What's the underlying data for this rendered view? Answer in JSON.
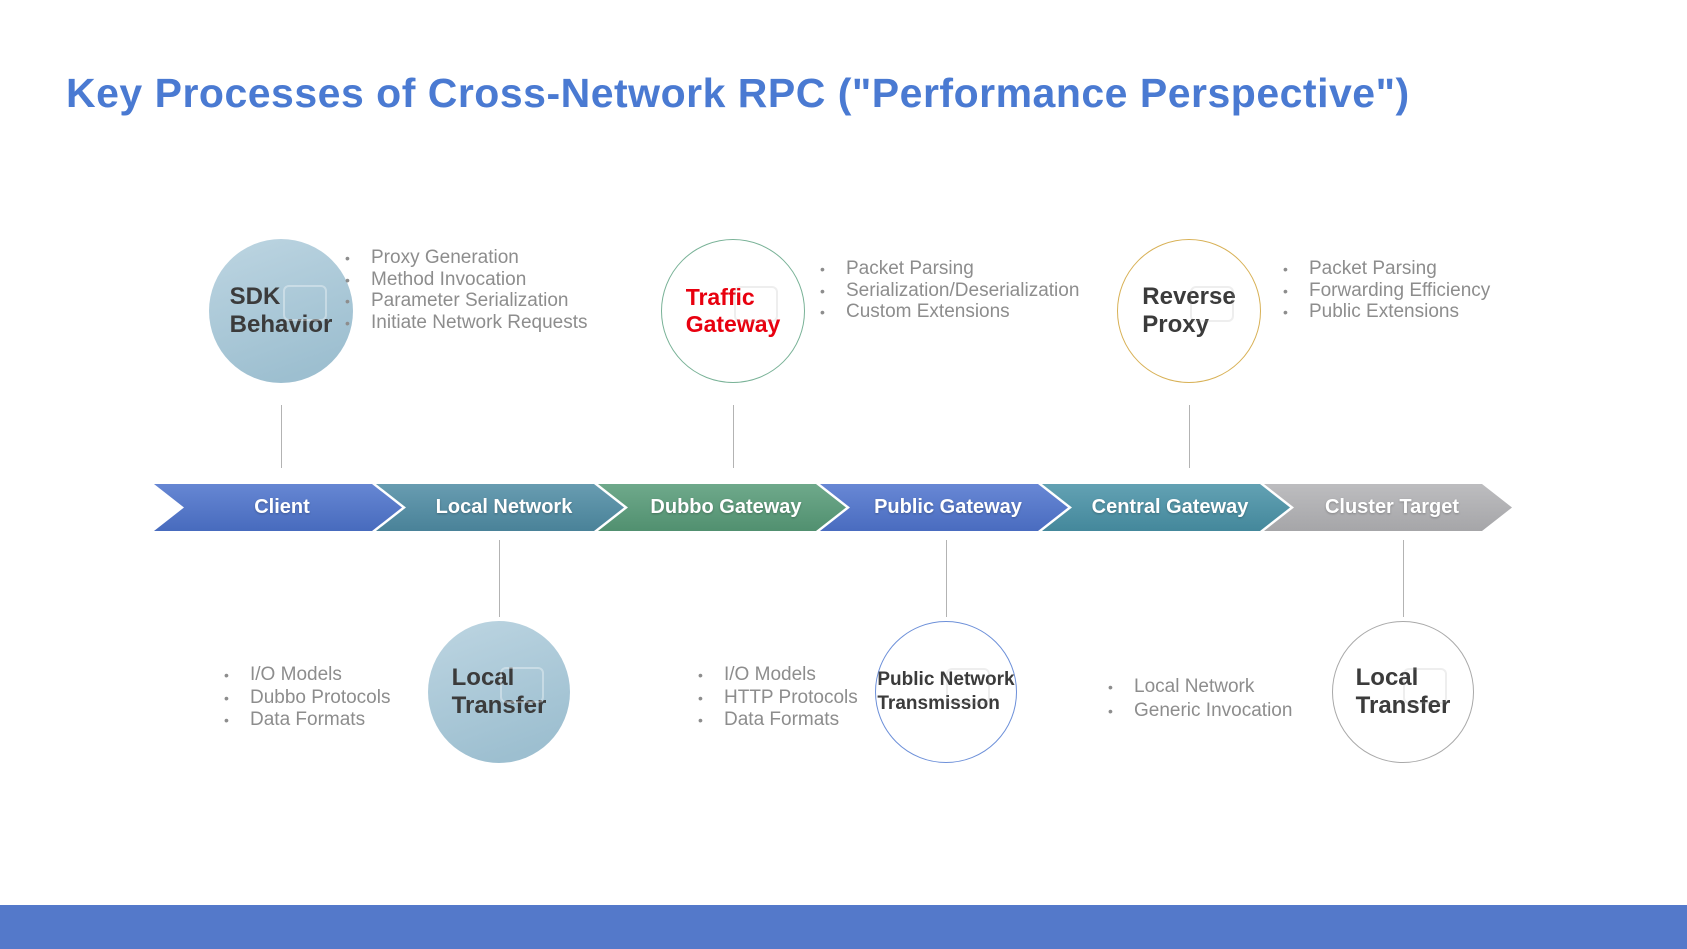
{
  "slide": {
    "title": "Key Processes of Cross-Network RPC (\"Performance Perspective\")"
  },
  "ui": {
    "bullet_char": "•"
  },
  "colors": {
    "title_blue": "#4a7ad2",
    "footer_bar": "#5479ca",
    "chevron_client": "#4d73cc",
    "chevron_local_network": "#4f8ca4",
    "chevron_dubbo_gateway": "#579b78",
    "chevron_public_gateway": "#4f74ce",
    "chevron_central_gateway": "#4992a7",
    "chevron_cluster_target": "#b2b2b5",
    "filled_circle": "#a9c6d4",
    "traffic_gateway_border": "#79b297",
    "traffic_gateway_text": "#e8000f",
    "reverse_proxy_border": "#d8b156",
    "public_network_border": "#6d90d9",
    "local_transfer_right_border": "#a9a9a9",
    "bullet_text": "#8d8d8d",
    "connector_line": "#b3b3b3"
  },
  "flow": {
    "steps": [
      {
        "label": "Client"
      },
      {
        "label": "Local Network"
      },
      {
        "label": "Dubbo Gateway"
      },
      {
        "label": "Public Gateway"
      },
      {
        "label": "Central Gateway"
      },
      {
        "label": "Cluster Target"
      }
    ]
  },
  "nodes": {
    "sdk": {
      "line1": "SDK",
      "line2": "Behavior",
      "bullets": [
        "Proxy Generation",
        "Method Invocation",
        "Parameter Serialization",
        "Initiate Network Requests"
      ]
    },
    "traffic": {
      "line1": "Traffic",
      "line2": "Gateway",
      "bullets": [
        "Packet Parsing",
        "Serialization/Deserialization",
        "Custom Extensions"
      ]
    },
    "reverse": {
      "line1": "Reverse",
      "line2": "Proxy",
      "bullets": [
        "Packet Parsing",
        "Forwarding Efficiency",
        "Public Extensions"
      ]
    },
    "local_transfer_left": {
      "line1": "Local",
      "line2": "Transfer",
      "bullets": [
        "I/O Models",
        "Dubbo Protocols",
        "Data Formats"
      ]
    },
    "public_network": {
      "line1": "Public Network",
      "line2": "Transmission",
      "bullets": [
        "I/O Models",
        "HTTP Protocols",
        "Data Formats"
      ]
    },
    "local_transfer_right": {
      "line1": "Local",
      "line2": "Transfer",
      "bullets": [
        "Local Network",
        "Generic Invocation"
      ]
    }
  }
}
